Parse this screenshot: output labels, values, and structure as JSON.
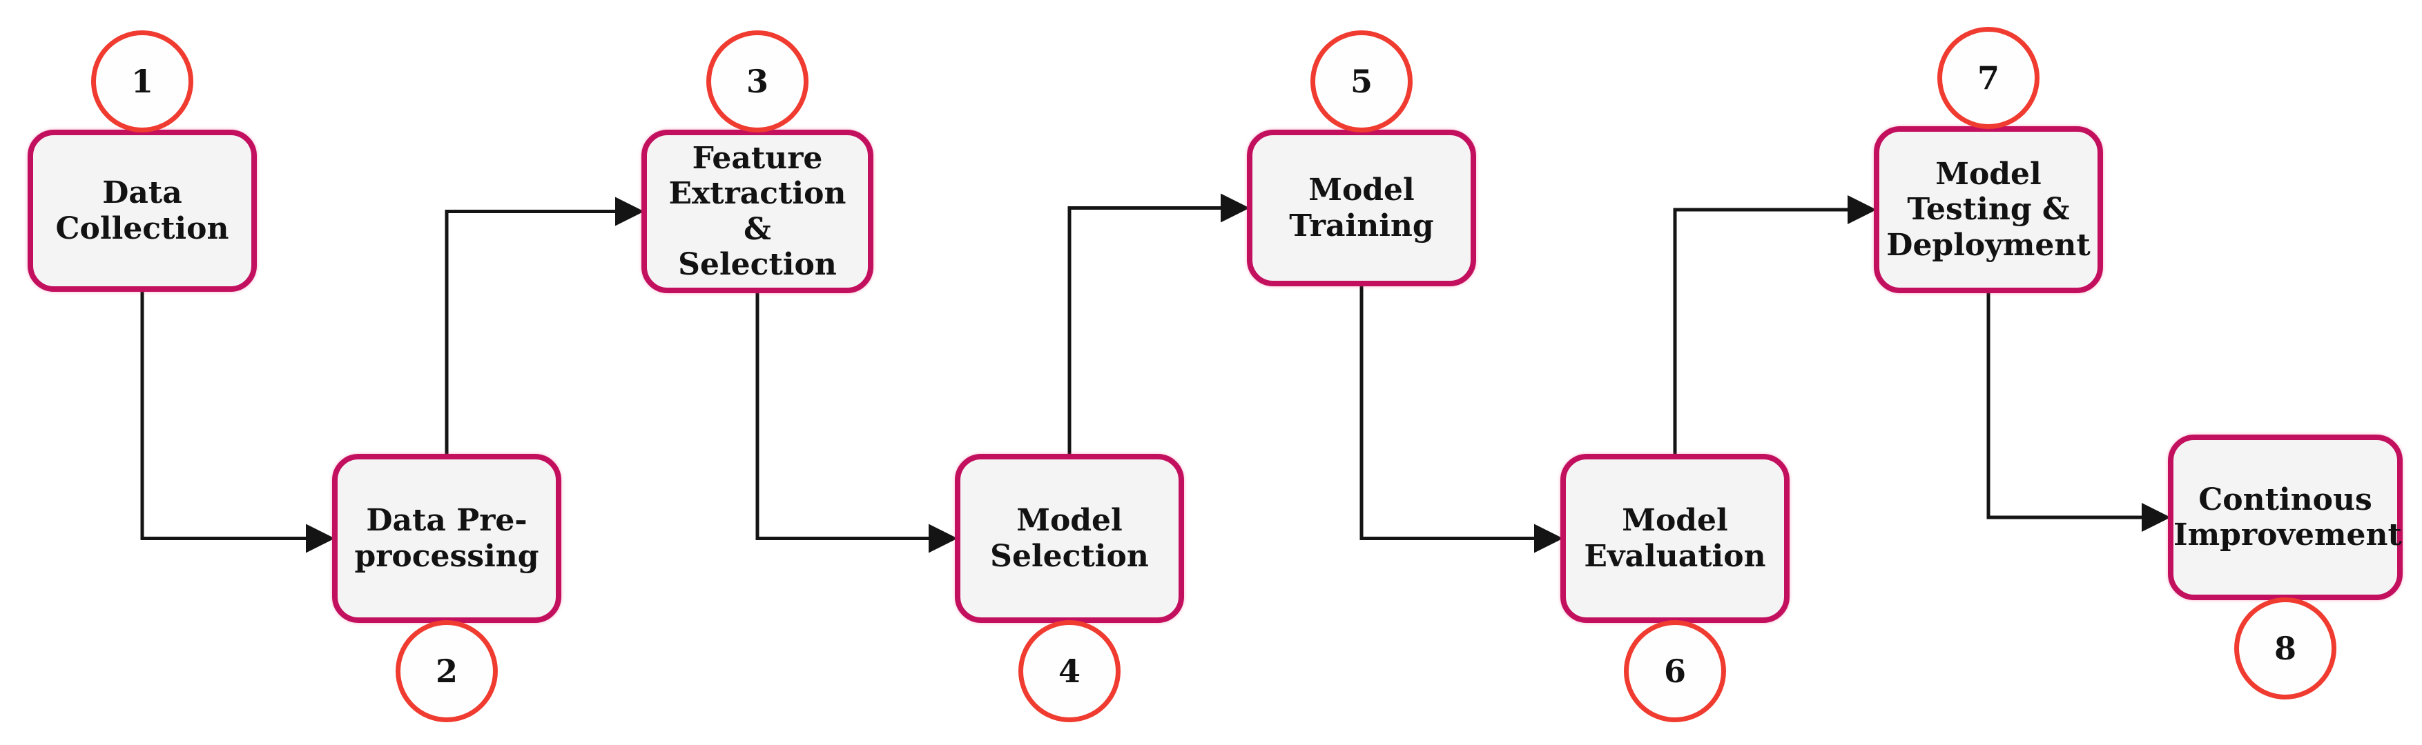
{
  "steps": [
    {
      "number": "1",
      "label": "Data Collection",
      "lines": [
        "Data",
        "Collection"
      ],
      "badge_position": "top"
    },
    {
      "number": "2",
      "label": "Data Pre-processing",
      "lines": [
        "Data Pre-",
        "processing"
      ],
      "badge_position": "bottom"
    },
    {
      "number": "3",
      "label": "Feature Extraction & Selection",
      "lines": [
        "Feature",
        "Extraction",
        "&",
        "Selection"
      ],
      "badge_position": "top"
    },
    {
      "number": "4",
      "label": "Model Selection",
      "lines": [
        "Model",
        "Selection"
      ],
      "badge_position": "bottom"
    },
    {
      "number": "5",
      "label": "Model Training",
      "lines": [
        "Model",
        "Training"
      ],
      "badge_position": "top"
    },
    {
      "number": "6",
      "label": "Model Evaluation",
      "lines": [
        "Model",
        "Evaluation"
      ],
      "badge_position": "bottom"
    },
    {
      "number": "7",
      "label": "Model Testing & Deployment",
      "lines": [
        "Model",
        "Testing &",
        "Deployment"
      ],
      "badge_position": "top"
    },
    {
      "number": "8",
      "label": "Continous Improvement",
      "lines": [
        "Continous",
        "Improvement"
      ],
      "badge_position": "bottom"
    }
  ],
  "connections": [
    {
      "from": "1",
      "to": "2"
    },
    {
      "from": "2",
      "to": "3"
    },
    {
      "from": "3",
      "to": "4"
    },
    {
      "from": "4",
      "to": "5"
    },
    {
      "from": "5",
      "to": "6"
    },
    {
      "from": "6",
      "to": "7"
    },
    {
      "from": "7",
      "to": "8"
    }
  ],
  "colors": {
    "box_border": "#c2105f",
    "box_fill": "#f5f4f5",
    "badge_border": "#f03b30",
    "badge_fill": "#fefefe",
    "connector": "#141414",
    "text": "#121212"
  }
}
